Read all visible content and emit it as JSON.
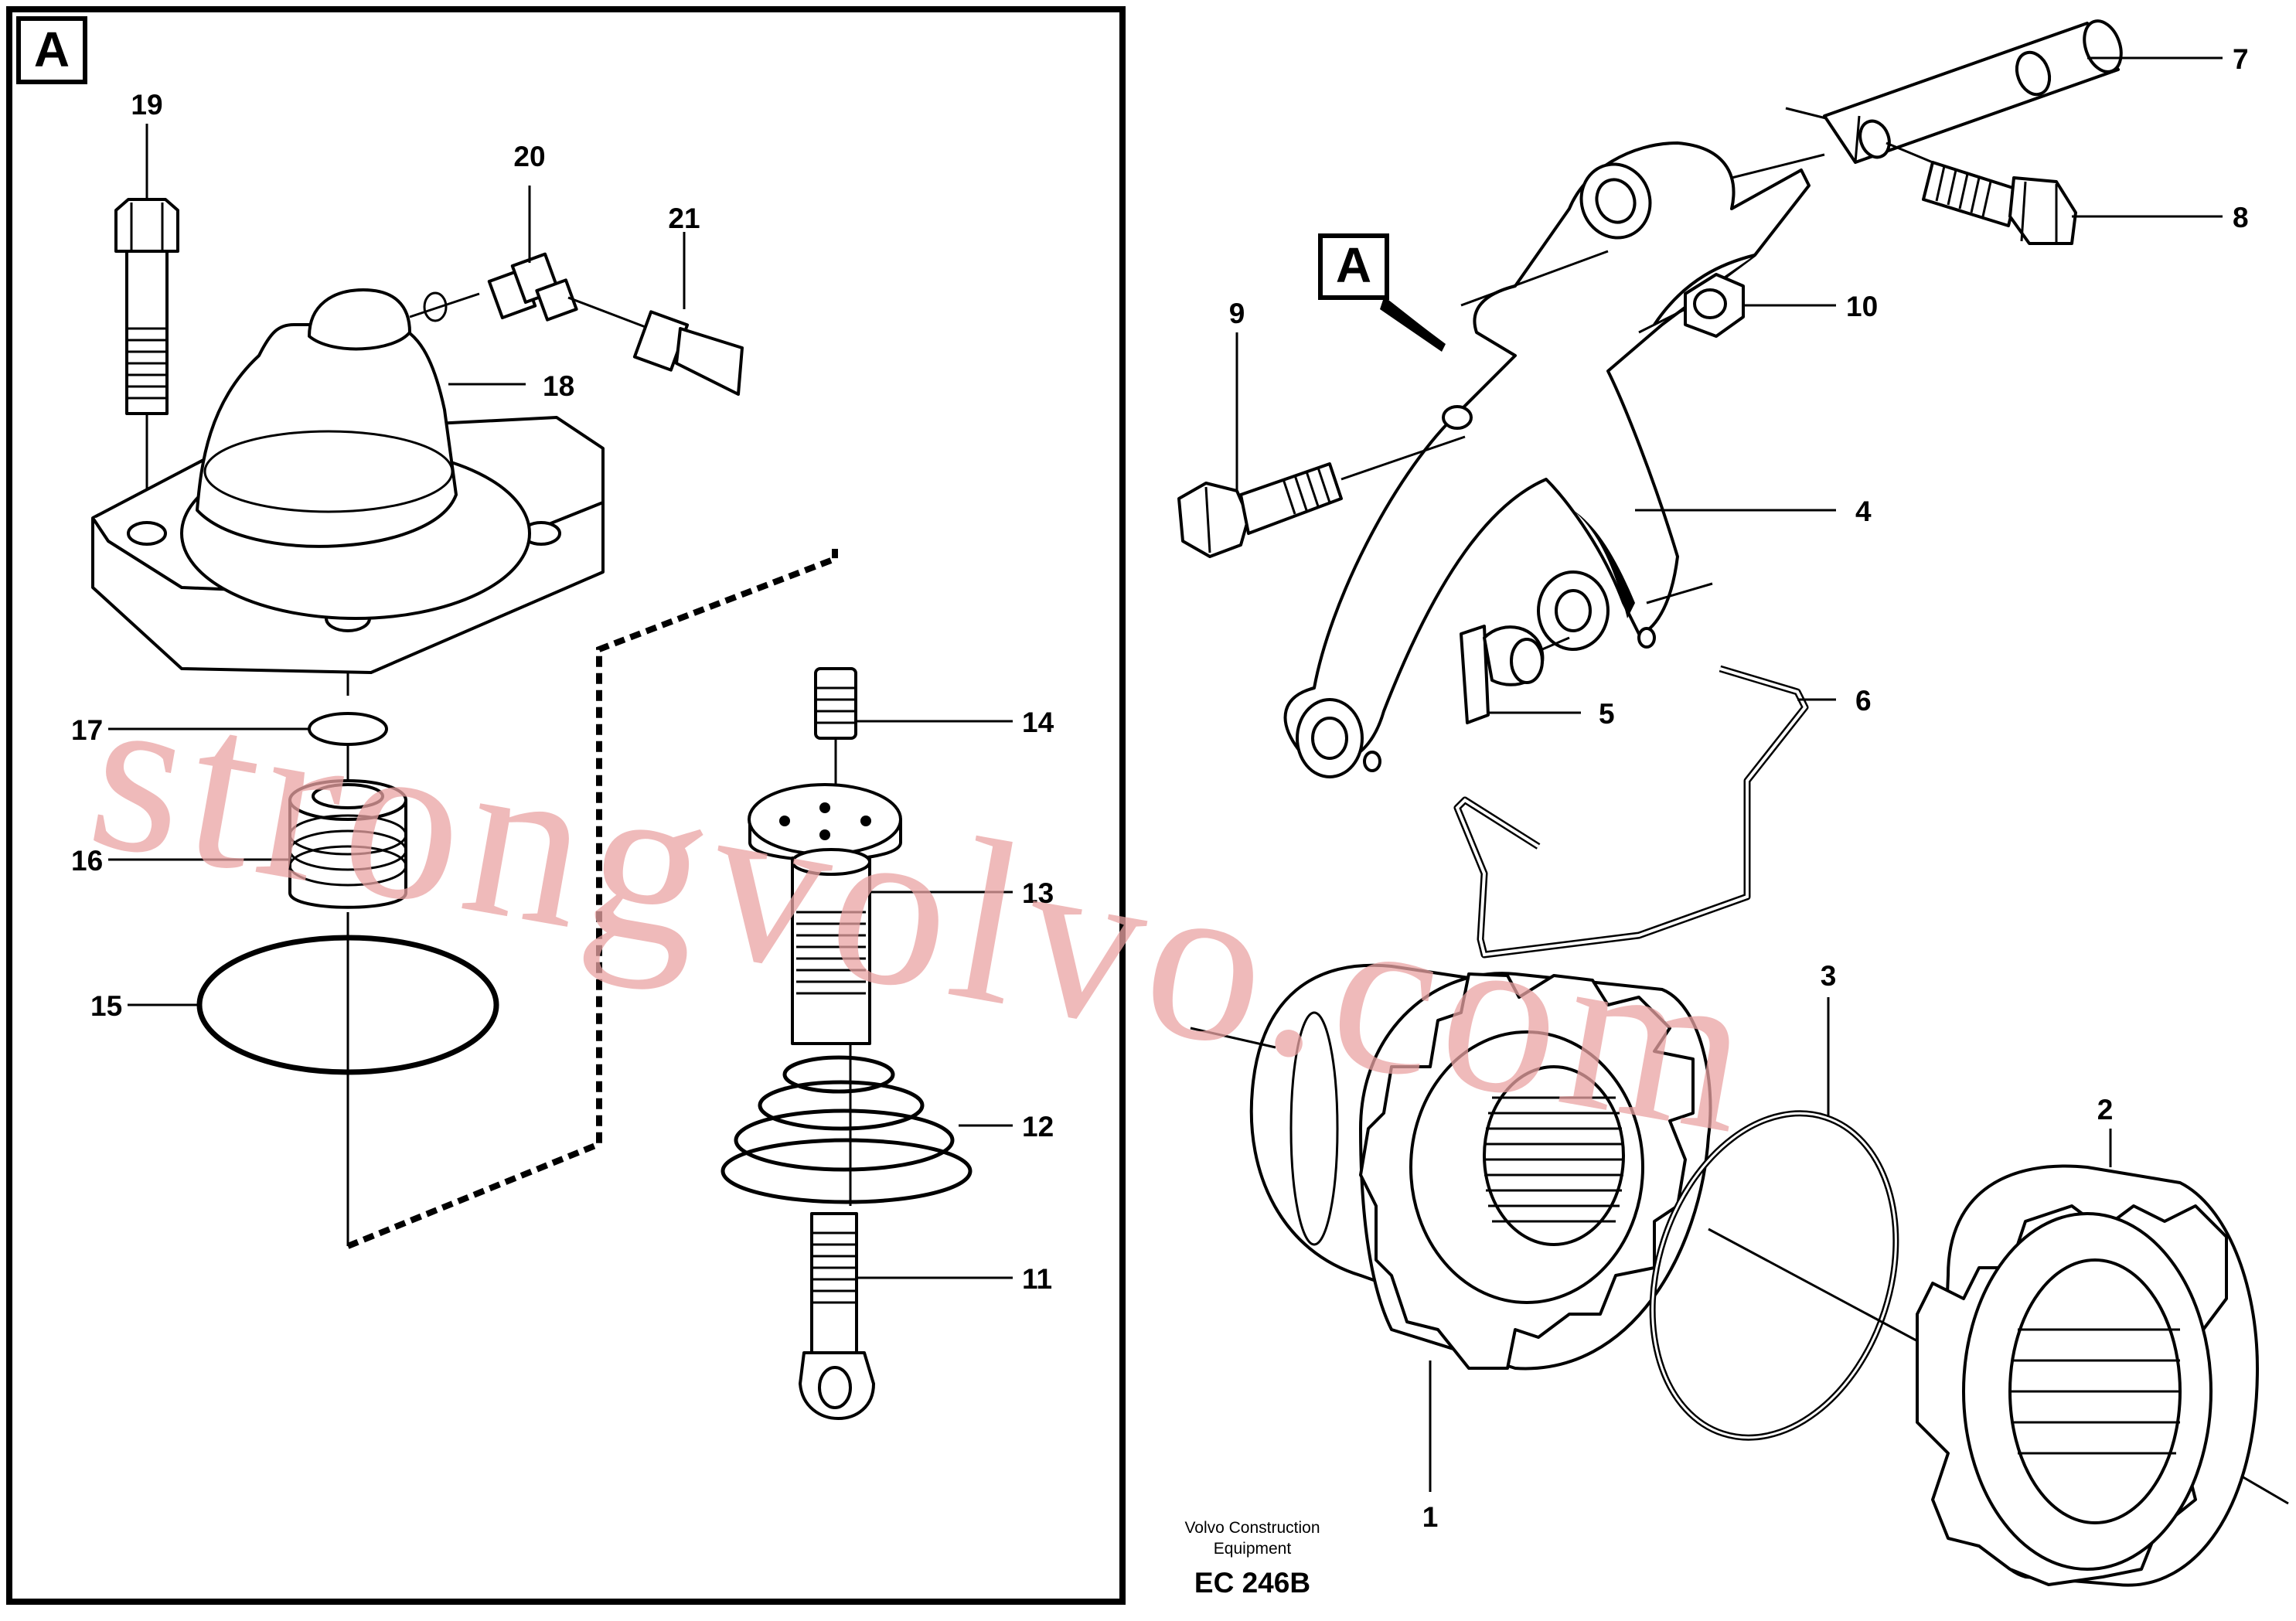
{
  "frame_label": "A",
  "callout_label": "A",
  "part_numbers": [
    "1",
    "2",
    "3",
    "4",
    "5",
    "6",
    "7",
    "8",
    "9",
    "10",
    "11",
    "12",
    "13",
    "14",
    "15",
    "16",
    "17",
    "18",
    "19",
    "20",
    "21"
  ],
  "watermark": "strongvolvo.com",
  "caption": {
    "company_line1": "Volvo Construction",
    "company_line2": "Equipment",
    "code": "EC 246B"
  }
}
